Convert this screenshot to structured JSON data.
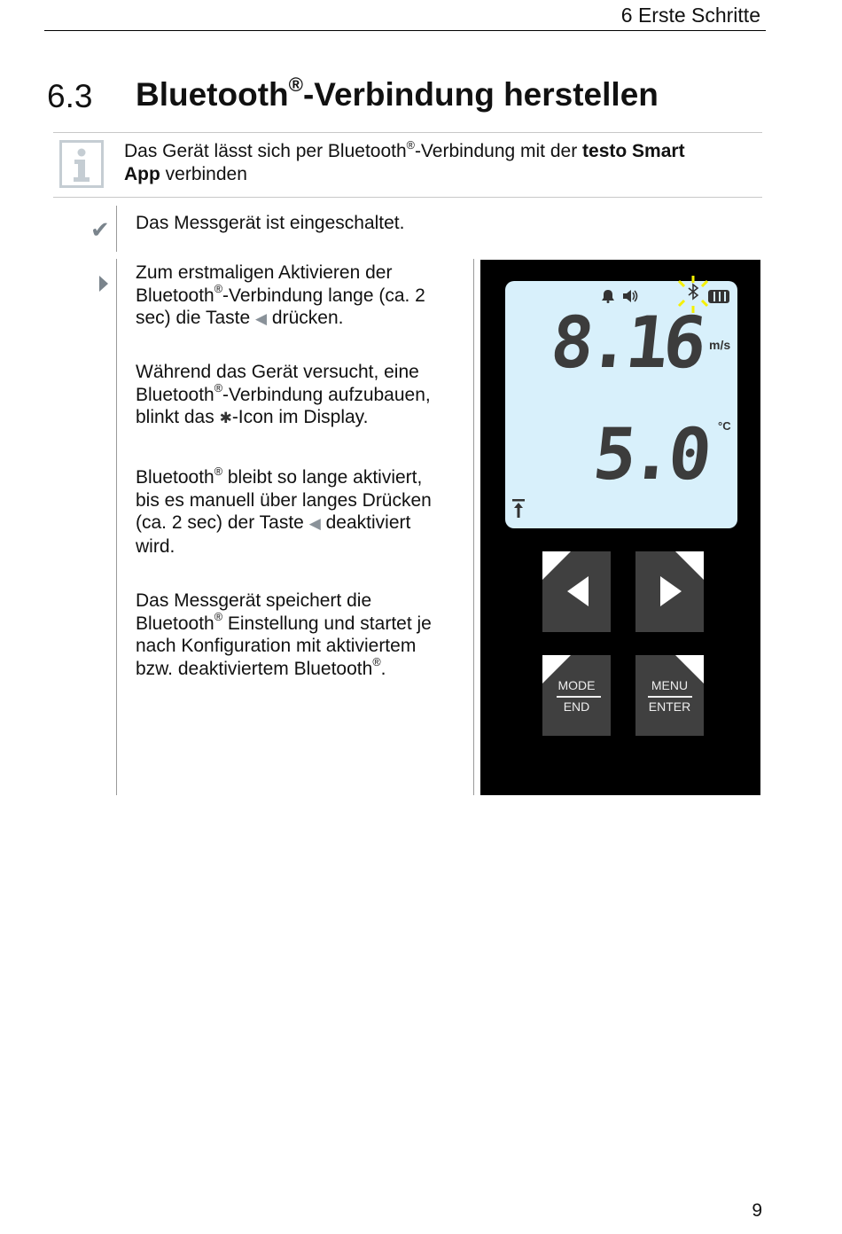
{
  "header": {
    "chapter": "6 Erste Schritte"
  },
  "section": {
    "number": "6.3",
    "title_main": "Bluetooth",
    "title_reg": "®",
    "title_rest": "-Verbindung herstellen"
  },
  "info": {
    "icon": "info-icon",
    "lines": [
      [
        {
          "t": "Das Gerät lässt sich per Bluetooth"
        },
        {
          "t": "®",
          "sup": true
        },
        {
          "t": "-Verbindung mit der "
        },
        {
          "t": "testo Smart",
          "bold": true
        }
      ],
      [
        {
          "t": "App",
          "bold": true
        },
        {
          "t": " verbinden"
        }
      ]
    ]
  },
  "prerequisite": {
    "icon": "checkmark-icon",
    "text": "Das Messgerät ist eingeschaltet."
  },
  "step": {
    "icon": "step-arrow-icon",
    "paragraphs": [
      [
        [
          {
            "t": "Zum erstmaligen Aktivieren der"
          }
        ],
        [
          {
            "t": "Bluetooth"
          },
          {
            "t": "®",
            "sup": true
          },
          {
            "t": "-Verbindung lange (ca. 2"
          }
        ],
        [
          {
            "t": "sec) die Taste "
          },
          {
            "t": "◀",
            "icon": "left-key-icon"
          },
          {
            "t": " drücken."
          }
        ]
      ],
      [
        [
          {
            "t": "Während das Gerät versucht, eine"
          }
        ],
        [
          {
            "t": "Bluetooth"
          },
          {
            "t": "®",
            "sup": true
          },
          {
            "t": "-Verbindung aufzubauen,"
          }
        ],
        [
          {
            "t": "blinkt das "
          },
          {
            "t": "✱",
            "icon": "bluetooth-icon"
          },
          {
            "t": "-Icon im Display."
          }
        ]
      ],
      [
        [
          {
            "t": "Bluetooth"
          },
          {
            "t": "®",
            "sup": true
          },
          {
            "t": " bleibt so lange aktiviert,"
          }
        ],
        [
          {
            "t": "bis es manuell über langes Drücken"
          }
        ],
        [
          {
            "t": "(ca. 2 sec) der Taste "
          },
          {
            "t": "◀",
            "icon": "left-key-icon"
          },
          {
            "t": " deaktiviert"
          }
        ],
        [
          {
            "t": "wird."
          }
        ]
      ],
      [
        [
          {
            "t": "Das Messgerät speichert die"
          }
        ],
        [
          {
            "t": "Bluetooth"
          },
          {
            "t": "®",
            "sup": true
          },
          {
            "t": " Einstellung und startet je"
          }
        ],
        [
          {
            "t": "nach Konfiguration mit aktiviertem"
          }
        ],
        [
          {
            "t": "bzw. deaktiviertem Bluetooth"
          },
          {
            "t": "®",
            "sup": true
          },
          {
            "t": "."
          }
        ]
      ]
    ]
  },
  "device": {
    "reading_1": "8.16",
    "unit_1": "m/s",
    "reading_2": "5.0",
    "unit_2": "°C",
    "status_icons": [
      "alarm-bell-icon",
      "speaker-icon",
      "bluetooth-icon",
      "battery-icon",
      "hold-icon"
    ],
    "buttons": {
      "left": {
        "icon": "left-arrow-icon",
        "corner_icon": "bluetooth-icon"
      },
      "right": {
        "icon": "right-arrow-icon",
        "corner_icon": "printer-icon"
      },
      "mode": {
        "top": "MODE",
        "bottom": "END",
        "corner_icon": "power-icon"
      },
      "menu": {
        "top": "MENU",
        "bottom": "ENTER",
        "corner_icon": "light-icon"
      }
    },
    "lcd_color": "#d8f0fb",
    "blink_color": "#f5f000"
  },
  "page_number": "9"
}
